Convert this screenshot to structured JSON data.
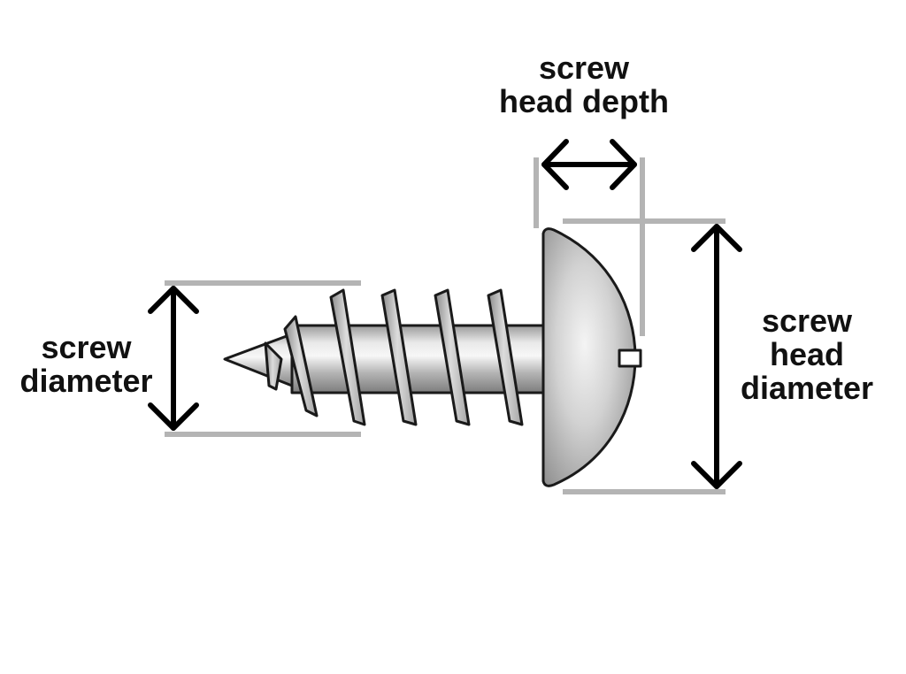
{
  "labels": {
    "head_depth": [
      "screw",
      "head depth"
    ],
    "screw_diameter": [
      "screw",
      "diameter"
    ],
    "head_diameter": [
      "screw",
      "head",
      "diameter"
    ]
  },
  "colors": {
    "dimension_arrow": "#000000",
    "extension_line": "#b4b4b4",
    "screw_metal": "#c8c8c8",
    "screw_outline": "#1a1a1a"
  },
  "illustration": "pan-head-screw-icon"
}
